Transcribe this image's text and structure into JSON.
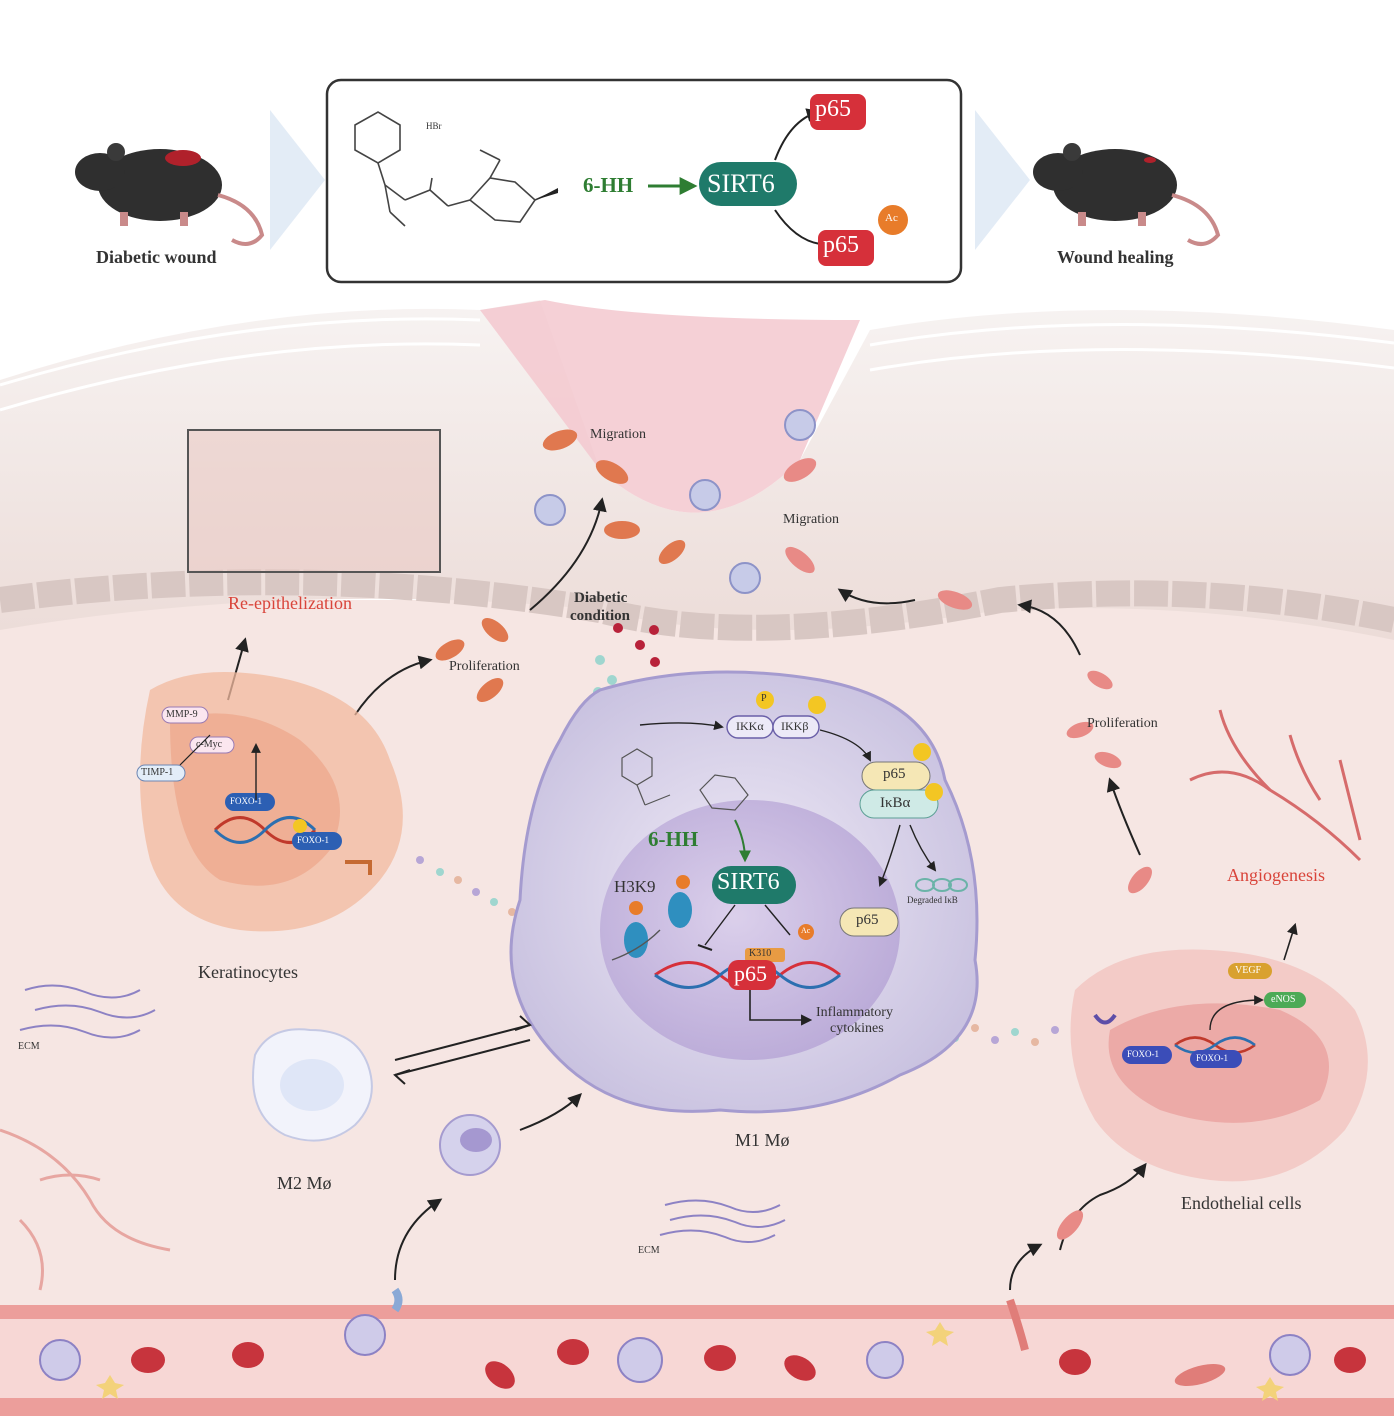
{
  "top": {
    "left_caption": "Diabetic wound",
    "right_caption": "Wound healing",
    "drug": "6-HH",
    "target": "SIRT6",
    "product_top": "p65",
    "product_bottom": "p65",
    "acetyl_tag": "Ac",
    "chem_label": "HBr"
  },
  "wound": {
    "migration_left": "Migration",
    "migration_right": "Migration",
    "diabetic_condition_line1": "Diabetic",
    "diabetic_condition_line2": "condition",
    "re_epithelization": "Re-epithelization",
    "proliferation_left": "Proliferation",
    "proliferation_right": "Proliferation",
    "angiogenesis": "Angiogenesis"
  },
  "keratinocytes": {
    "label": "Keratinocytes",
    "mmp9": "MMP-9",
    "cmyc": "c-Myc",
    "timp1": "TIMP-1",
    "foxo1_a": "FOXO-1",
    "foxo1_b": "FOXO-1"
  },
  "macrophage": {
    "m1_label": "M1 Mø",
    "m2_label": "M2 Mø",
    "ikka": "IKKα",
    "ikkb": "IKKβ",
    "p65_top": "p65",
    "ikba": "IκBα",
    "degraded": "Degraded IκB",
    "p65_mid": "p65",
    "drug": "6-HH",
    "sirt6": "SIRT6",
    "h3k9": "H3K9",
    "k310": "K310",
    "p65_dna": "p65",
    "acetyl_tag": "Ac",
    "phospho": "P",
    "cytokines_line1": "Inflammatory",
    "cytokines_line2": "cytokines"
  },
  "endothelial": {
    "label": "Endothelial cells",
    "vegf": "VEGF",
    "enos": "eNOS",
    "foxo1_a": "FOXO-1",
    "foxo1_b": "FOXO-1"
  },
  "ecm_left": "ECM",
  "ecm_center": "ECM",
  "colors": {
    "sirt6": "#1f7a6a",
    "p65": "#d6303a",
    "drug_green": "#2e7d32",
    "accent_red": "#d9443a",
    "tissue_pink": "#f4dcd8",
    "macrophage": "#d8d2ea"
  }
}
